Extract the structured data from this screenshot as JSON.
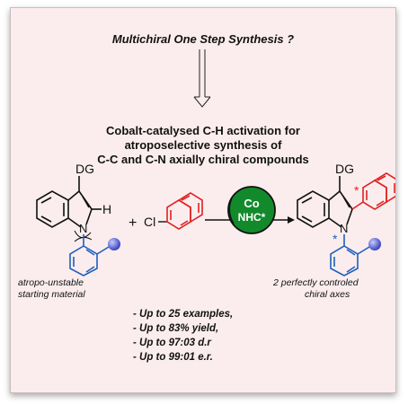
{
  "title": "Multichiral One Step Synthesis ?",
  "heading": {
    "line1": "Cobalt-catalysed C-H activation for",
    "line2": "atroposelective synthesis of",
    "line3": "C-C and C-N axially chiral compounds"
  },
  "scheme": {
    "dg": "DG",
    "h": "H",
    "n": "N",
    "plus": "+",
    "cl": "Cl",
    "catalyst_metal": "Co",
    "catalyst_ligand": "NHC*",
    "product_dg": "DG",
    "product_n": "N",
    "star": "*",
    "colors": {
      "blue": "#1f5fbf",
      "red": "#e02020",
      "green": "#128a2c",
      "sphere": "#5a63d8"
    }
  },
  "captions": {
    "left_line1": "atropo-unstable",
    "left_line2": "starting material",
    "right_line1": "2 perfectly controled",
    "right_line2": "chiral axes"
  },
  "bullets": [
    "- Up to 25 examples,",
    "- Up to 83% yield,",
    "- Up to 97:03 d.r",
    "- Up to 99:01 e.r."
  ]
}
